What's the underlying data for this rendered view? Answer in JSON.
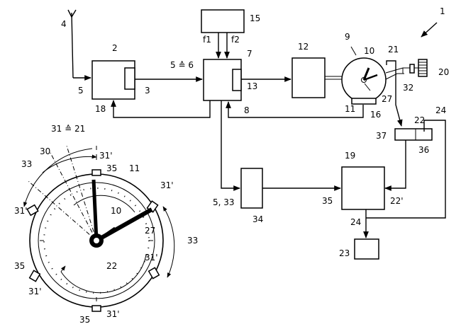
{
  "labels": {
    "system": "1",
    "receiver": "2",
    "receiver_sub": "3",
    "antenna": "4",
    "signal_5": "5",
    "signal_5_6": "5 ≙ 6",
    "controller": "7",
    "line_8": "8",
    "clock": "9",
    "hand_10": "10",
    "dial_11": "11",
    "driver_12": "12",
    "controller_sub": "13",
    "input_15": "15",
    "f1": "f1",
    "f2": "f2",
    "part_16": "16",
    "line_18": "18",
    "evaluator_19": "19",
    "crown_20": "20",
    "shaft_21": "21",
    "line_22": "22",
    "line_22p": "22'",
    "unit_23": "23",
    "line_24_top": "24",
    "line_24_mid": "24",
    "hub_27": "27",
    "part_32": "32",
    "line_35_box": "35",
    "unit_34": "34",
    "signal_5_33": "5, 33",
    "comparator_36": "36",
    "part_37": "37",
    "big_31_eq_21": "31 ≙ 21",
    "big_30": "30",
    "big_33_left": "33",
    "big_33_right": "33",
    "big_31p_top": "31'",
    "big_35_top": "35",
    "big_11": "11",
    "big_31p_right": "31'",
    "big_31p_left": "31'",
    "big_10": "10",
    "big_27": "27",
    "big_22": "22",
    "big_31p_mid": "31'",
    "big_35_left": "35",
    "big_31p_lowleft": "31'",
    "big_35_bottom": "35",
    "big_31p_bottom": "31'"
  }
}
